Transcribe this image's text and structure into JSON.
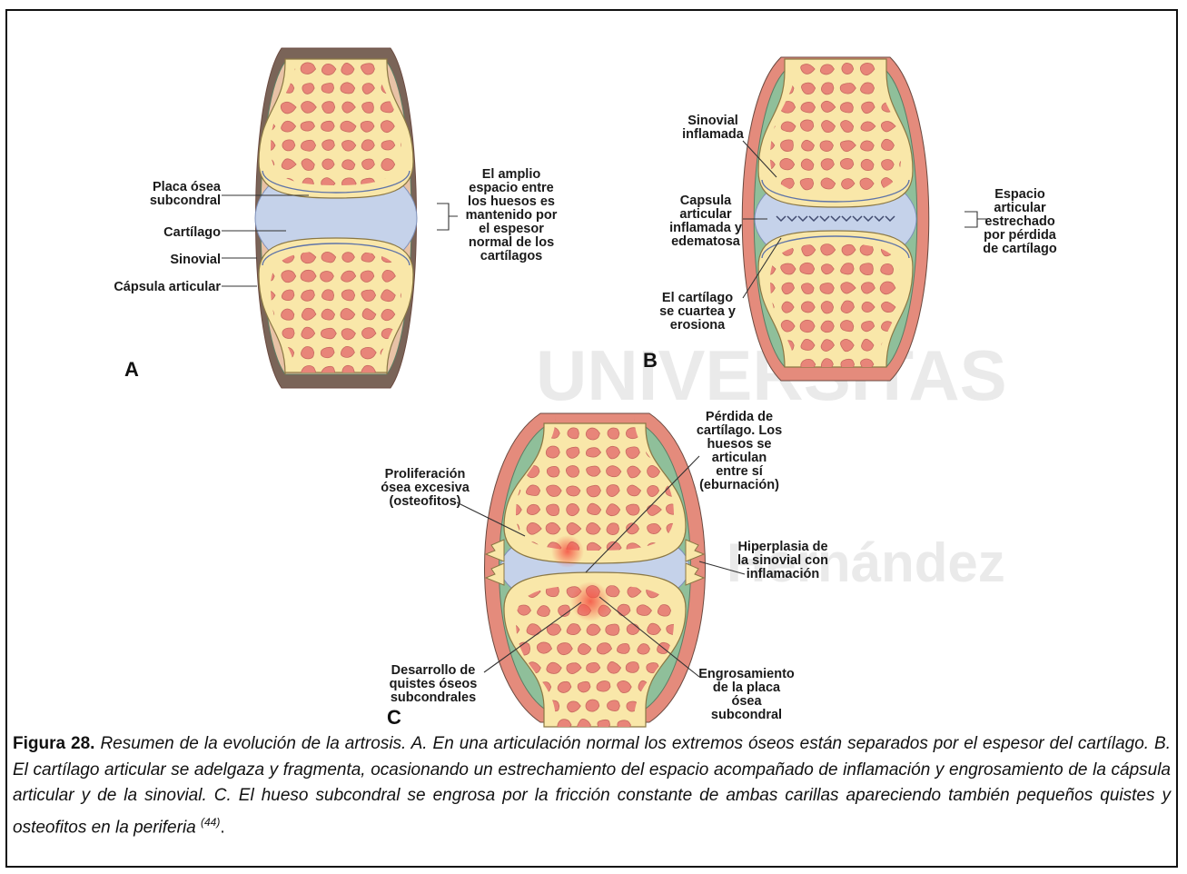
{
  "panels": {
    "a": {
      "letter": "A",
      "labels": {
        "placa": [
          "Placa ósea",
          "subcondral"
        ],
        "cartilago": [
          "Cartílago"
        ],
        "sinovial": [
          "Sinovial"
        ],
        "capsula": [
          "Cápsula articular"
        ],
        "espacio": [
          "El amplio",
          "espacio entre",
          "los huesos es",
          "mantenido por",
          "el espesor",
          "normal de los",
          "cartílagos"
        ]
      }
    },
    "b": {
      "letter": "B",
      "labels": {
        "sinovial": [
          "Sinovial",
          "inflamada"
        ],
        "capsula": [
          "Capsula",
          "articular",
          "inflamada y",
          "edematosa"
        ],
        "cartilago": [
          "El cartílago",
          "se cuartea y",
          "erosiona"
        ],
        "espacio": [
          "Espacio",
          "articular",
          "estrechado",
          "por pérdida",
          "de cartílago"
        ]
      }
    },
    "c": {
      "letter": "C",
      "labels": {
        "perdida": [
          "Pérdida de",
          "cartílago. Los",
          "huesos se",
          "articulan",
          "entre sí",
          "(eburnación)"
        ],
        "proliferacion": [
          "Proliferación",
          "ósea excesiva",
          "(osteofitos)"
        ],
        "hiperplasia": [
          "Hiperplasia de",
          "la sinovial con",
          "inflamación"
        ],
        "quistes": [
          "Desarrollo de",
          "quistes óseos",
          "subcondrales"
        ],
        "engrosamiento": [
          "Engrosamiento",
          "de la placa",
          "ósea",
          "subcondral"
        ]
      }
    }
  },
  "watermark": {
    "text": "UNIVERSITAS",
    "subtext": "Hernández"
  },
  "caption": {
    "figure_number": "Figura 28.",
    "text": "Resumen de la evolución de la artrosis. A. En una articulación normal los extremos óseos están separados por el espesor del cartílago. B. El cartílago articular se adelgaza y fragmenta, ocasionando un estrechamiento del espacio acompañado de inflamación y engrosamiento de la cápsula articular y de la sinovial. C. El hueso subcondral se engrosa por la fricción constante de ambas carillas apareciendo también pequeños quistes y osteofitos en la periferia",
    "reference": "(44)",
    "end": "."
  },
  "colors": {
    "bone_shell": "#f9e7a9",
    "trabecula": "#e88579",
    "cartilage": "#c5d2ea",
    "capsule_normal": "#7a6458",
    "capsule_inflamed": "#e48b7c",
    "synovial_inflamed": "#8fbf9a",
    "lesion": "#f26a5a"
  }
}
